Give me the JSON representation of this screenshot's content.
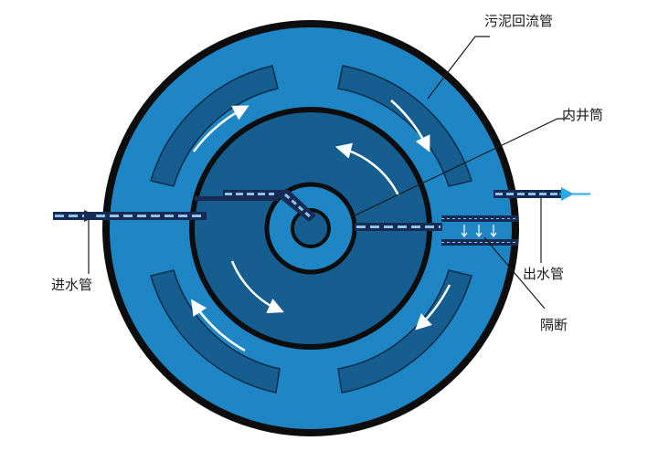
{
  "labels": {
    "sludge_return_pipe": "污泥回流管",
    "inner_well_tube": "内井筒",
    "inlet_pipe": "进水管",
    "outlet_pipe": "出水管",
    "partition": "隔断"
  },
  "colors": {
    "outer_ring": "#1f86c6",
    "outer_edge": "#0d0d0d",
    "inner_zone": "#155e8f",
    "ring_slot": "#155e8f",
    "pipe_dark": "#162c55",
    "pipe_light": "#8fc3ea",
    "flow_arrow": "#ffffff",
    "leader_line": "#1a1a1a",
    "outlet_arrow": "#2aa8e8"
  }
}
